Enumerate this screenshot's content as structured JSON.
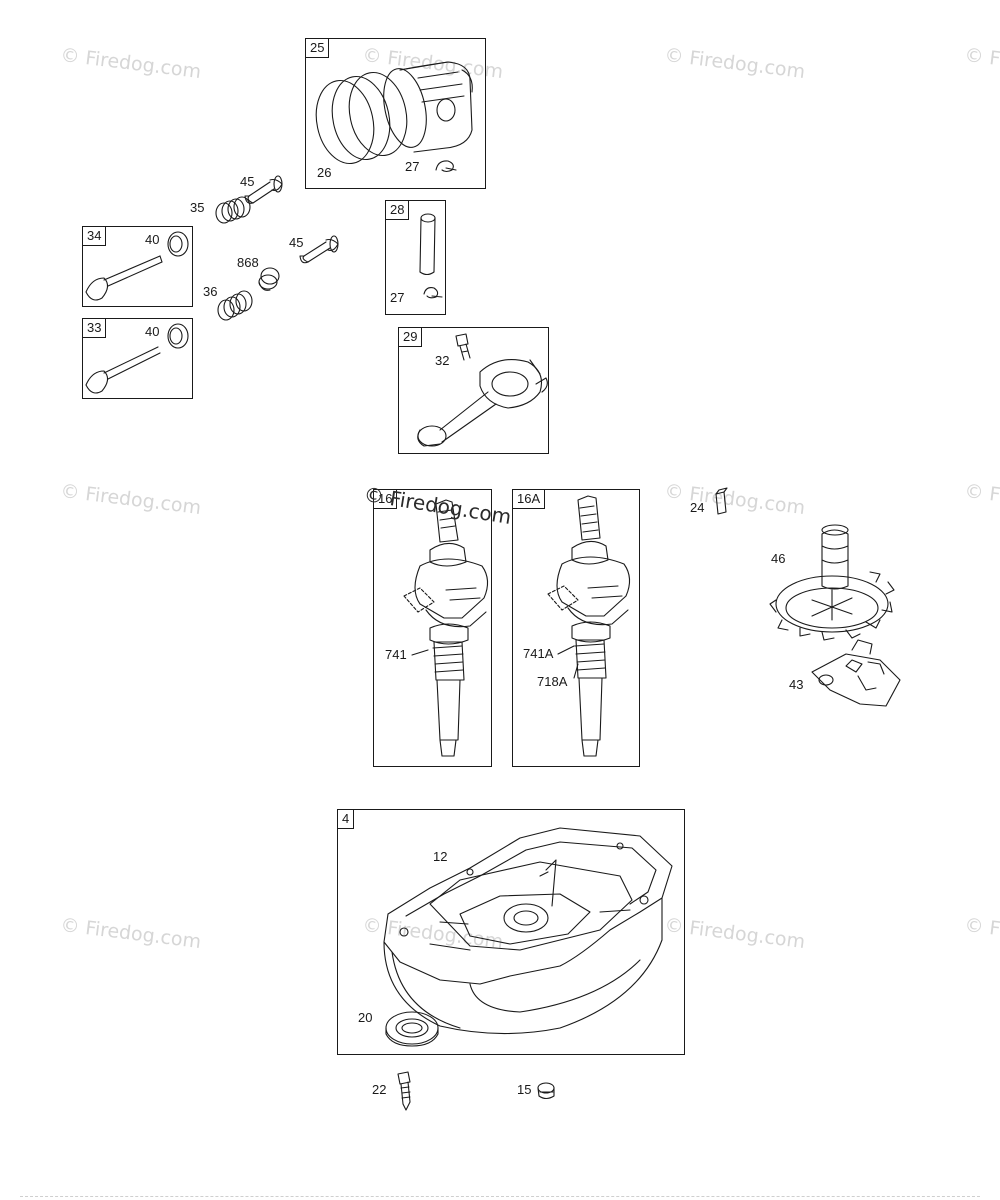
{
  "watermark": "© Firedog.com",
  "watermark_overlay": "© Firedog.com",
  "callouts": {
    "c25": "25",
    "c26": "26",
    "c27a": "27",
    "c45a": "45",
    "c35": "35",
    "c28": "28",
    "c27b": "27",
    "c34": "34",
    "c40a": "40",
    "c868": "868",
    "c45b": "45",
    "c36": "36",
    "c33": "33",
    "c40b": "40",
    "c29": "29",
    "c32": "32",
    "c16": "16",
    "c741": "741",
    "c16a": "16A",
    "c741a": "741A",
    "c718a": "718A",
    "c24": "24",
    "c46": "46",
    "c43": "43",
    "c4": "4",
    "c12": "12",
    "c20": "20",
    "c22": "22",
    "c15": "15"
  }
}
